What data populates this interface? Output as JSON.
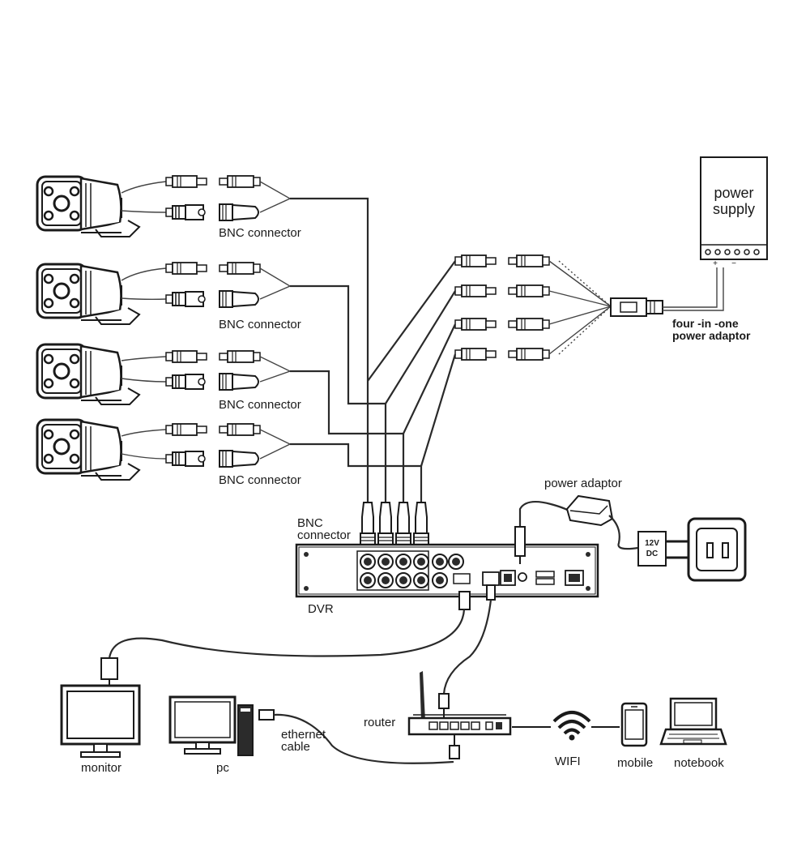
{
  "labels": {
    "bnc_connector": "BNC connector",
    "bnc_connector_dvr_line1": "BNC",
    "bnc_connector_dvr_line2": "connector",
    "power_supply_line1": "power",
    "power_supply_line2": "supply",
    "four_in_one_line1": "four -in -one",
    "four_in_one_line2": "power adaptor",
    "power_adaptor": "power adaptor",
    "adaptor_rating_line1": "12V",
    "adaptor_rating_line2": "DC",
    "dvr": "DVR",
    "router": "router",
    "ethernet_line1": "ethernet",
    "ethernet_line2": "cable",
    "wifi": "WIFI",
    "monitor": "monitor",
    "pc": "pc",
    "mobile": "mobile",
    "notebook": "notebook"
  },
  "colors": {
    "line": "#2a2a2a",
    "device_fill": "#ffffff",
    "dark_fill": "#2b2b2b"
  }
}
